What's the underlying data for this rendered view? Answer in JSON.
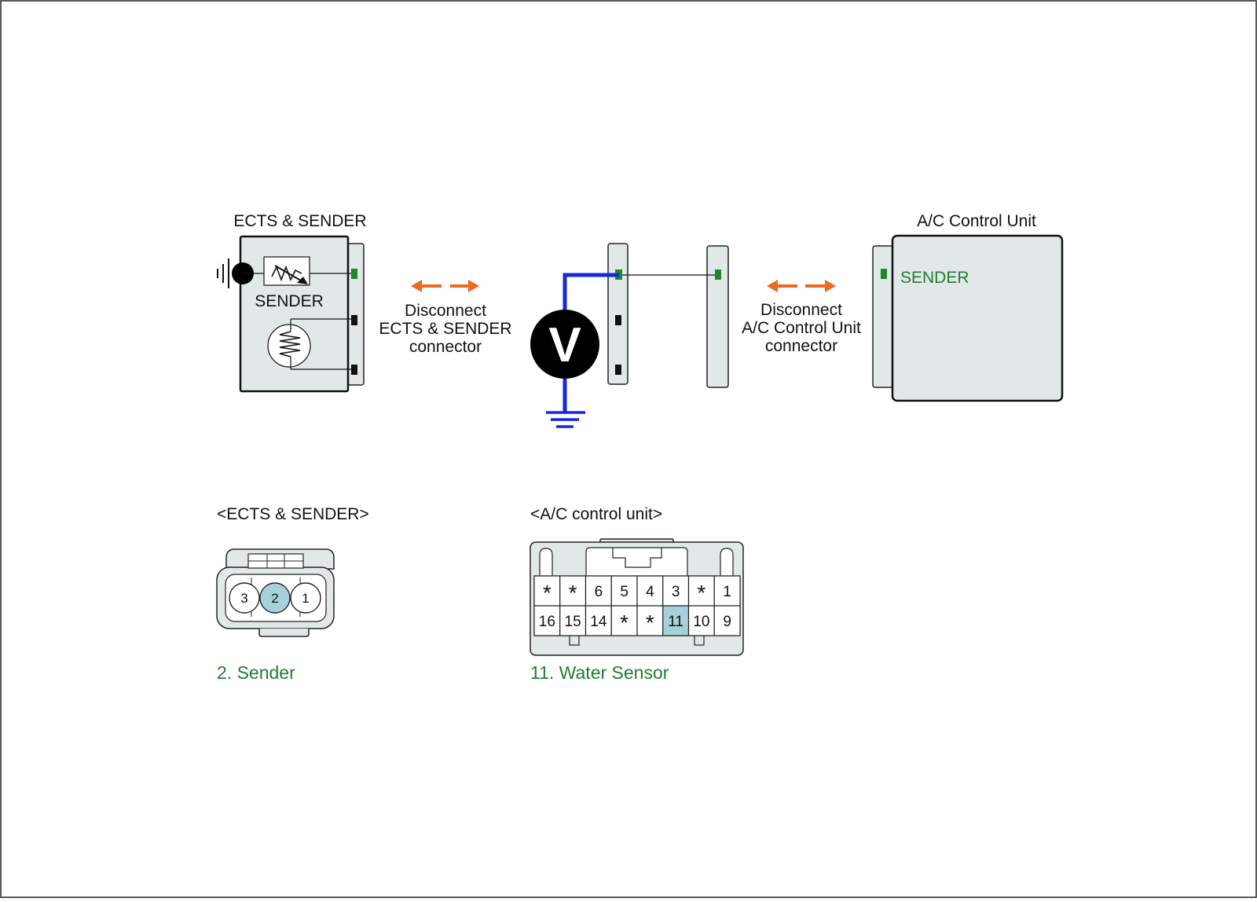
{
  "colors": {
    "panel_fill": "#e2e8e8",
    "pin_highlight": "#a8d0d8",
    "wire_blue": "#1428d8",
    "terminal_green": "#1a8a2a",
    "arrow_orange": "#ee6a1e",
    "label_green": "#1f7f2f"
  },
  "ects_sender": {
    "title": "ECTS & SENDER",
    "inner_label": "SENDER"
  },
  "ac_unit": {
    "title": "A/C Control Unit",
    "terminal_label": "SENDER"
  },
  "disconnect_left": {
    "line1": "Disconnect",
    "line2": "ECTS & SENDER",
    "line3": "connector"
  },
  "disconnect_right": {
    "line1": "Disconnect",
    "line2": "A/C Control Unit",
    "line3": "connector"
  },
  "meter": {
    "symbol": "V"
  },
  "ects_connector": {
    "heading": "<ECTS & SENDER>",
    "pins": [
      "3",
      "2",
      "1"
    ],
    "highlight": "2",
    "caption": "2. Sender"
  },
  "ac_connector": {
    "heading": "<A/C control unit>",
    "row1": [
      "*",
      "*",
      "6",
      "5",
      "4",
      "3",
      "*",
      "1"
    ],
    "row2": [
      "16",
      "15",
      "14",
      "*",
      "*",
      "11",
      "10",
      "9"
    ],
    "highlight": "11",
    "caption": "11. Water Sensor"
  }
}
